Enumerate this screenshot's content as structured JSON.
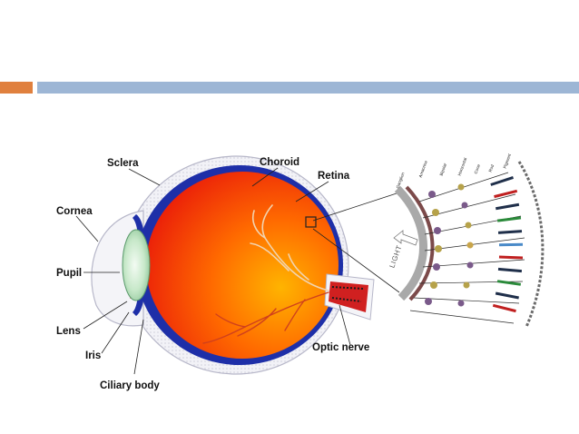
{
  "slide": {
    "accent_colors": {
      "orange": "#e0803e",
      "blue": "#9db6d5"
    }
  },
  "diagram": {
    "labels": {
      "sclera": "Sclera",
      "choroid": "Choroid",
      "retina": "Retina",
      "cornea": "Cornea",
      "pupil": "Pupil",
      "lens": "Lens",
      "iris": "Iris",
      "ciliary_body": "Ciliary body",
      "optic_nerve": "Optic nerve"
    },
    "inset": {
      "light_label": "LIGHT",
      "cell_labels": [
        "Ganglion",
        "Amacrine",
        "Bipolar",
        "Horizontal",
        "Cone",
        "Rod",
        "Pigment"
      ]
    }
  }
}
